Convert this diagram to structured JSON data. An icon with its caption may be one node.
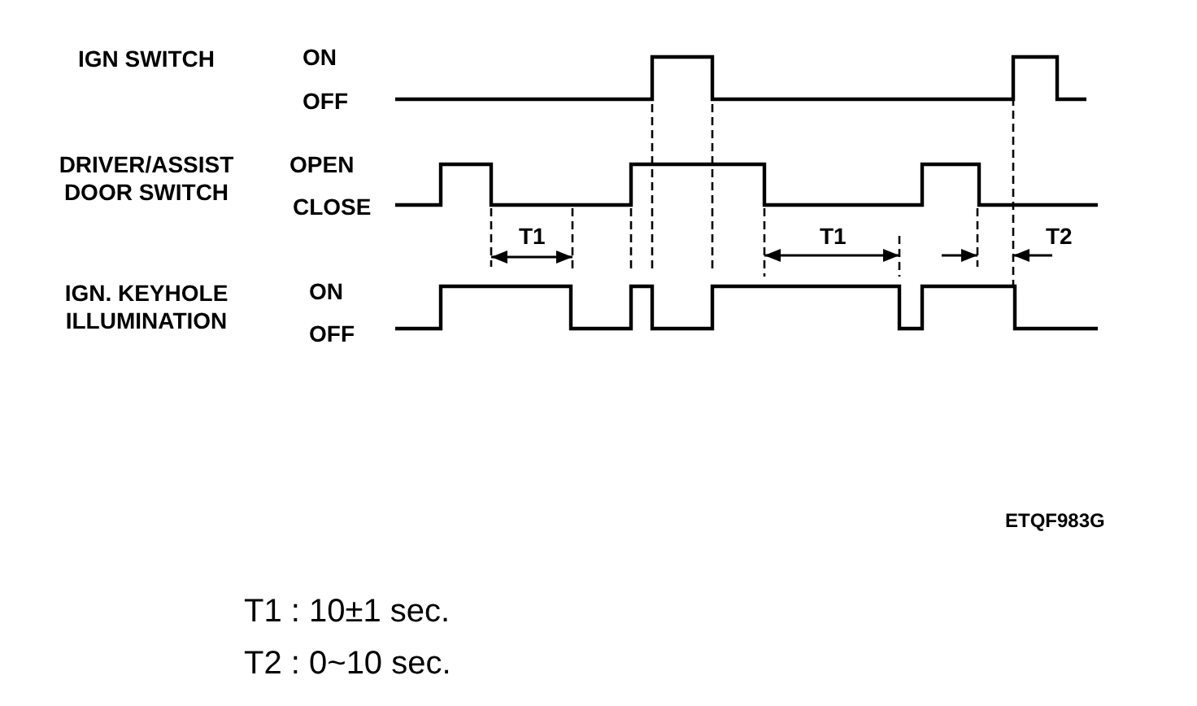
{
  "diagram": {
    "labels": [
      "IGN SWITCH",
      "ON",
      "OFF",
      "DRIVER/ASSIST DOOR SWITCH",
      "OPEN",
      "CLOSE",
      "T1",
      "T1",
      "T2",
      "IGN. KEYHOLE ILLUMINATION",
      "ON",
      "OFF",
      "ETQF983G",
      "T1 : 10±1 sec.",
      "T2 : 0~10 sec."
    ]
  }
}
